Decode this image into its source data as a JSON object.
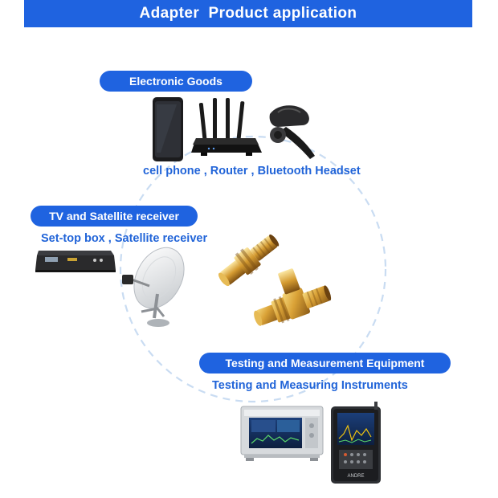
{
  "header": {
    "title": "Adapter  Product application"
  },
  "sections": {
    "electronic": {
      "label": "Electronic Goods",
      "items": "cell phone , Router ,  Bluetooth Headset"
    },
    "tv": {
      "label": "TV and Satellite receiver",
      "items": "Set-top box , Satellite receiver"
    },
    "testing": {
      "label": "Testing and Measurement Equipment",
      "items": "Testing and Measuring Instruments"
    }
  },
  "instruments": {
    "analyzer_brand": "ANDRE"
  },
  "colors": {
    "brand_blue": "#1f63e0",
    "text_blue": "#2164d8",
    "dash_circle": "#c9dcf2",
    "gold": "#c9932c"
  }
}
